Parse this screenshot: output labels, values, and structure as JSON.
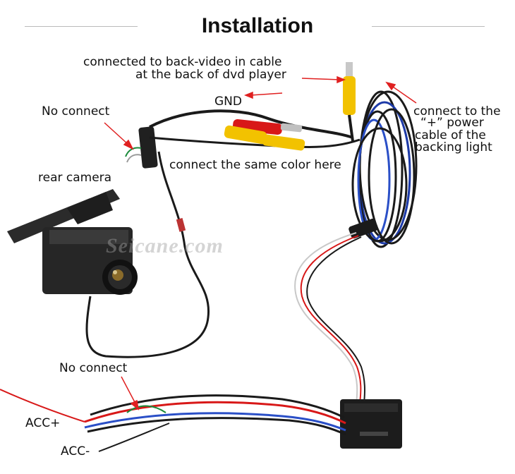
{
  "title": "Installation",
  "labels": {
    "back_video_line1": "connected to back-video in cable",
    "back_video_line2": "at the back of dvd player",
    "gnd": "GND",
    "no_connect_top": "No connect",
    "rear_camera": "rear camera",
    "same_color": "connect the same color here",
    "power_line1": "connect to the",
    "power_line2": "“+” power",
    "power_line3": "cable of the",
    "power_line4": "backing light",
    "no_connect_bottom": "No connect",
    "acc_plus": "ACC+",
    "acc_minus": "ACC-"
  },
  "watermark": "Seicane.com",
  "colors": {
    "arrow": "#e02020",
    "yellow": "#f2c200",
    "red": "#d81818",
    "wire": "#1a1a1a",
    "blue": "#2a4fc7"
  }
}
